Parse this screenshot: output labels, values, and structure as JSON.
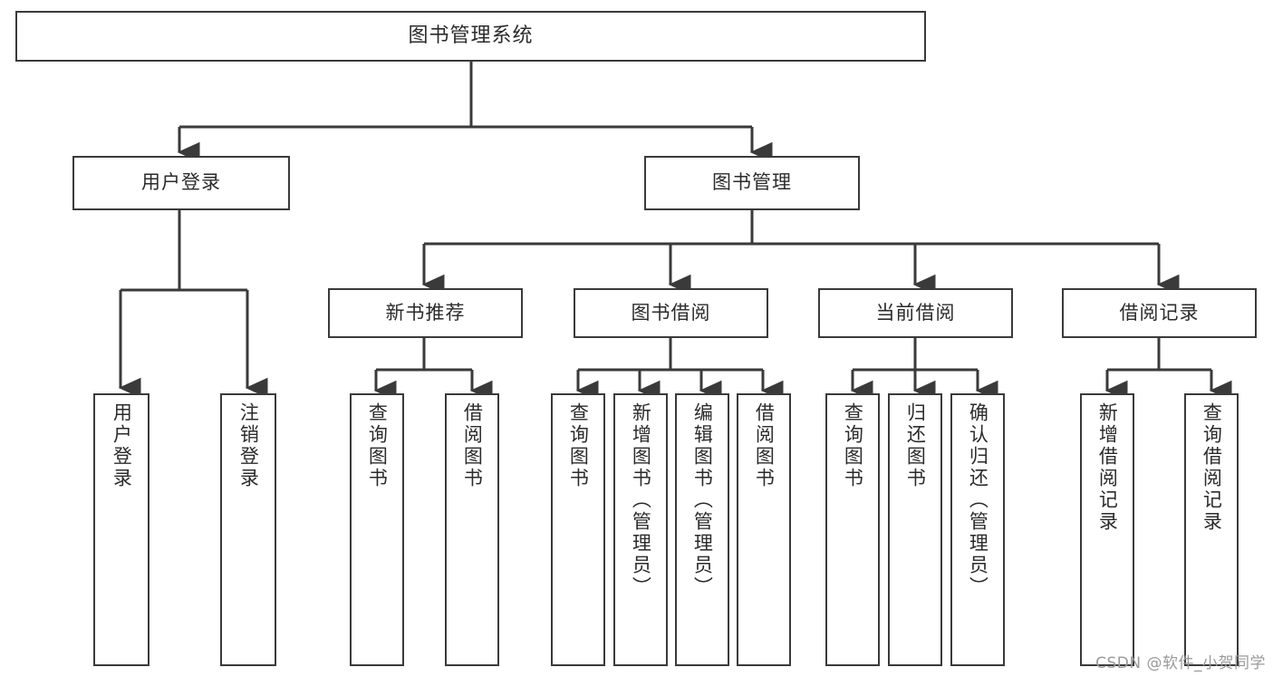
{
  "diagram": {
    "type": "tree",
    "title": "图书管理系统",
    "orientation": "top-down",
    "colors": {
      "stroke": "#3a3a3a",
      "text": "#2b2b2b",
      "background": "#ffffff",
      "watermark": "#9a9a9a"
    },
    "root": {
      "label": "图书管理系统"
    },
    "level2": [
      {
        "label": "用户登录"
      },
      {
        "label": "图书管理"
      }
    ],
    "level3": [
      {
        "label": "新书推荐"
      },
      {
        "label": "图书借阅"
      },
      {
        "label": "当前借阅"
      },
      {
        "label": "借阅记录"
      }
    ],
    "leaves": {
      "user_login": [
        {
          "label": "用户登录"
        },
        {
          "label": "注销登录"
        }
      ],
      "new_book_recommend": [
        {
          "label": "查询图书"
        },
        {
          "label": "借阅图书"
        }
      ],
      "book_borrow": [
        {
          "label": "查询图书"
        },
        {
          "label": "新增图书（管理员）"
        },
        {
          "label": "编辑图书（管理员）"
        },
        {
          "label": "借阅图书"
        }
      ],
      "current_borrow": [
        {
          "label": "查询图书"
        },
        {
          "label": "归还图书"
        },
        {
          "label": "确认归还（管理员）"
        }
      ],
      "borrow_record": [
        {
          "label": "新增借阅记录"
        },
        {
          "label": "查询借阅记录"
        }
      ]
    }
  },
  "watermark": {
    "text": "CSDN @软件_小贺同学"
  }
}
